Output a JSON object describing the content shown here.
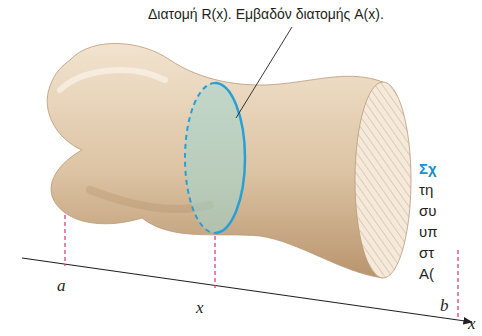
{
  "diagram": {
    "labels": [
      "Διατομή R(x). Εμβαδόν διατομής A(x).",
      "a",
      "x",
      "b",
      "x",
      "Σχ",
      "τη",
      "συ",
      "υπ",
      "στ",
      "A("
    ]
  }
}
